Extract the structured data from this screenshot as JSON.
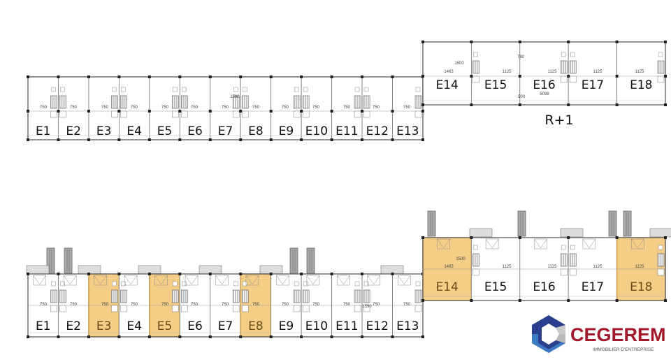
{
  "upper_plan": {
    "level_label": "R+1",
    "row_a": [
      "E1",
      "E2",
      "E3",
      "E4",
      "E5",
      "E6",
      "E7",
      "E8",
      "E9",
      "E10",
      "E11",
      "E12",
      "E13"
    ],
    "row_b": [
      "E14",
      "E15",
      "E16",
      "E17",
      "E18"
    ],
    "dimensions": [
      "750",
      "1125",
      "1463",
      "1500",
      "780",
      "500",
      "5098",
      "1590"
    ]
  },
  "lower_plan": {
    "row_a": [
      "E1",
      "E2",
      "E3",
      "E4",
      "E5",
      "E6",
      "E7",
      "E8",
      "E9",
      "E10",
      "E11",
      "E12",
      "E13"
    ],
    "row_b": [
      "E14",
      "E15",
      "E16",
      "E17",
      "E18"
    ],
    "highlighted": [
      "E3",
      "E5",
      "E8",
      "E14",
      "E18"
    ],
    "dimensions": [
      "750",
      "1125",
      "1463",
      "1500",
      "1590"
    ]
  },
  "colors": {
    "highlight_fill": "#f4cd86",
    "highlight_stroke": "#c79a48",
    "brand_red": "#a3182a",
    "brand_blue": "#2b3f8f"
  },
  "logo": {
    "name": "CEGEREM",
    "tagline": "IMMOBILIER D'ENTREPRISE"
  }
}
